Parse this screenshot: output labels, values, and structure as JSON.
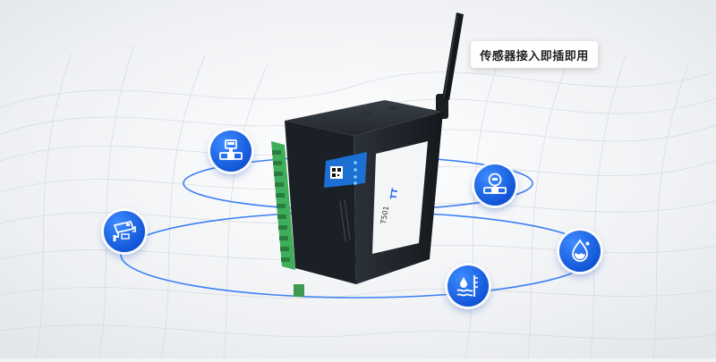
{
  "caption": "传感器接入即插即用",
  "device": {
    "model_label": "T501",
    "brand_label": "TT",
    "status_leds": [
      "Power",
      "Link",
      "Data",
      "Alarm"
    ]
  },
  "icons": [
    "flow-meter-icon",
    "pressure-transmitter-icon",
    "camera-icon",
    "water-drop-icon",
    "water-level-icon"
  ],
  "colors": {
    "accent_blue": "#1a64e6",
    "ring_blue": "#3b7ff5",
    "device_body": "#1d2228",
    "terminal_green": "#3fae5a"
  }
}
